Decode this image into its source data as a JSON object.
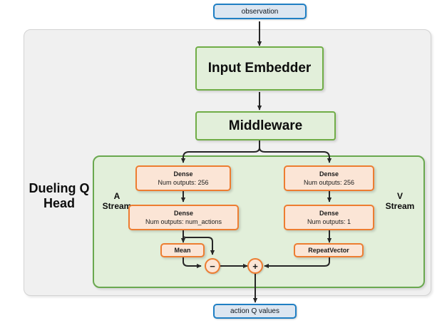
{
  "diagram": {
    "title_label": "Dueling Q Head",
    "input_node": {
      "label": "observation"
    },
    "output_node": {
      "label": "action Q values"
    },
    "modules": [
      {
        "name": "input-embedder",
        "label": "Input Embedder"
      },
      {
        "name": "middleware",
        "label": "Middleware"
      }
    ],
    "streams": {
      "advantage": {
        "label": "A\nStream",
        "label_line1": "A",
        "label_line2": "Stream",
        "layers": [
          {
            "title": "Dense",
            "subtitle": "Num outputs: 256"
          },
          {
            "title": "Dense",
            "subtitle": "Num outputs: num_actions"
          },
          {
            "title": "Mean",
            "subtitle": ""
          }
        ],
        "operator": "−"
      },
      "value": {
        "label": "V\nStream",
        "label_line1": "V",
        "label_line2": "Stream",
        "layers": [
          {
            "title": "Dense",
            "subtitle": "Num outputs: 256"
          },
          {
            "title": "Dense",
            "subtitle": "Num outputs: 1"
          },
          {
            "title": "RepeatVector",
            "subtitle": ""
          }
        ],
        "operator": "+"
      }
    },
    "colors": {
      "io_fill": "#dce6f1",
      "io_border": "#1f7fc4",
      "module_fill": "#e2efda",
      "module_border": "#70ad47",
      "layer_fill": "#fbe5d6",
      "layer_border": "#ed7d31",
      "outer_fill": "#f0f0f0",
      "outer_border": "#d3d3d3",
      "inner_border": "#6aa84f",
      "arrow": "#262626"
    }
  }
}
